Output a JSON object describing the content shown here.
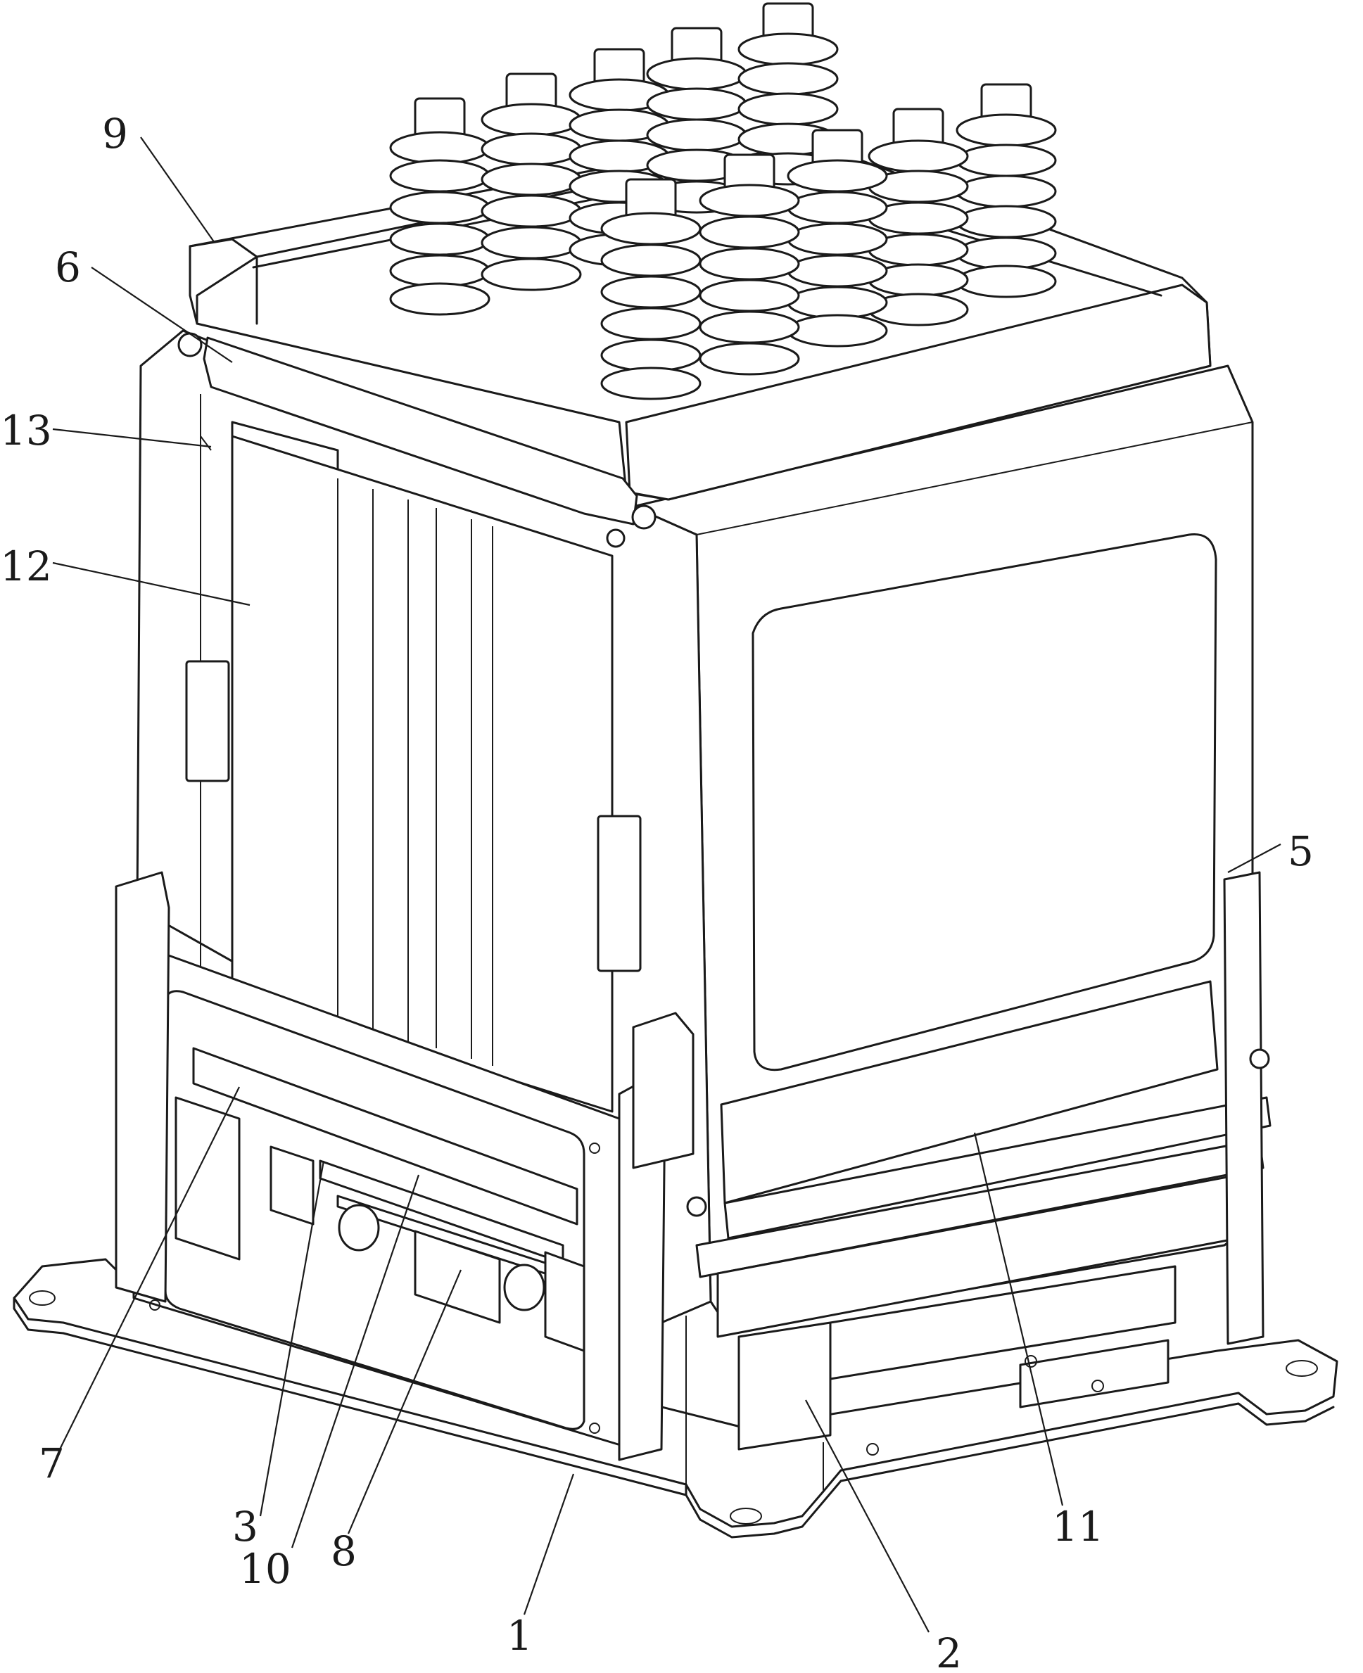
{
  "labels": [
    {
      "id": "label-1",
      "text": "1"
    },
    {
      "id": "label-2",
      "text": "2"
    },
    {
      "id": "label-3",
      "text": "3"
    },
    {
      "id": "label-5",
      "text": "5"
    },
    {
      "id": "label-6",
      "text": "6"
    },
    {
      "id": "label-7",
      "text": "7"
    },
    {
      "id": "label-8",
      "text": "8"
    },
    {
      "id": "label-9",
      "text": "9"
    },
    {
      "id": "label-10",
      "text": "10"
    },
    {
      "id": "label-11",
      "text": "11"
    },
    {
      "id": "label-12",
      "text": "12"
    },
    {
      "id": "label-13",
      "text": "13"
    }
  ]
}
